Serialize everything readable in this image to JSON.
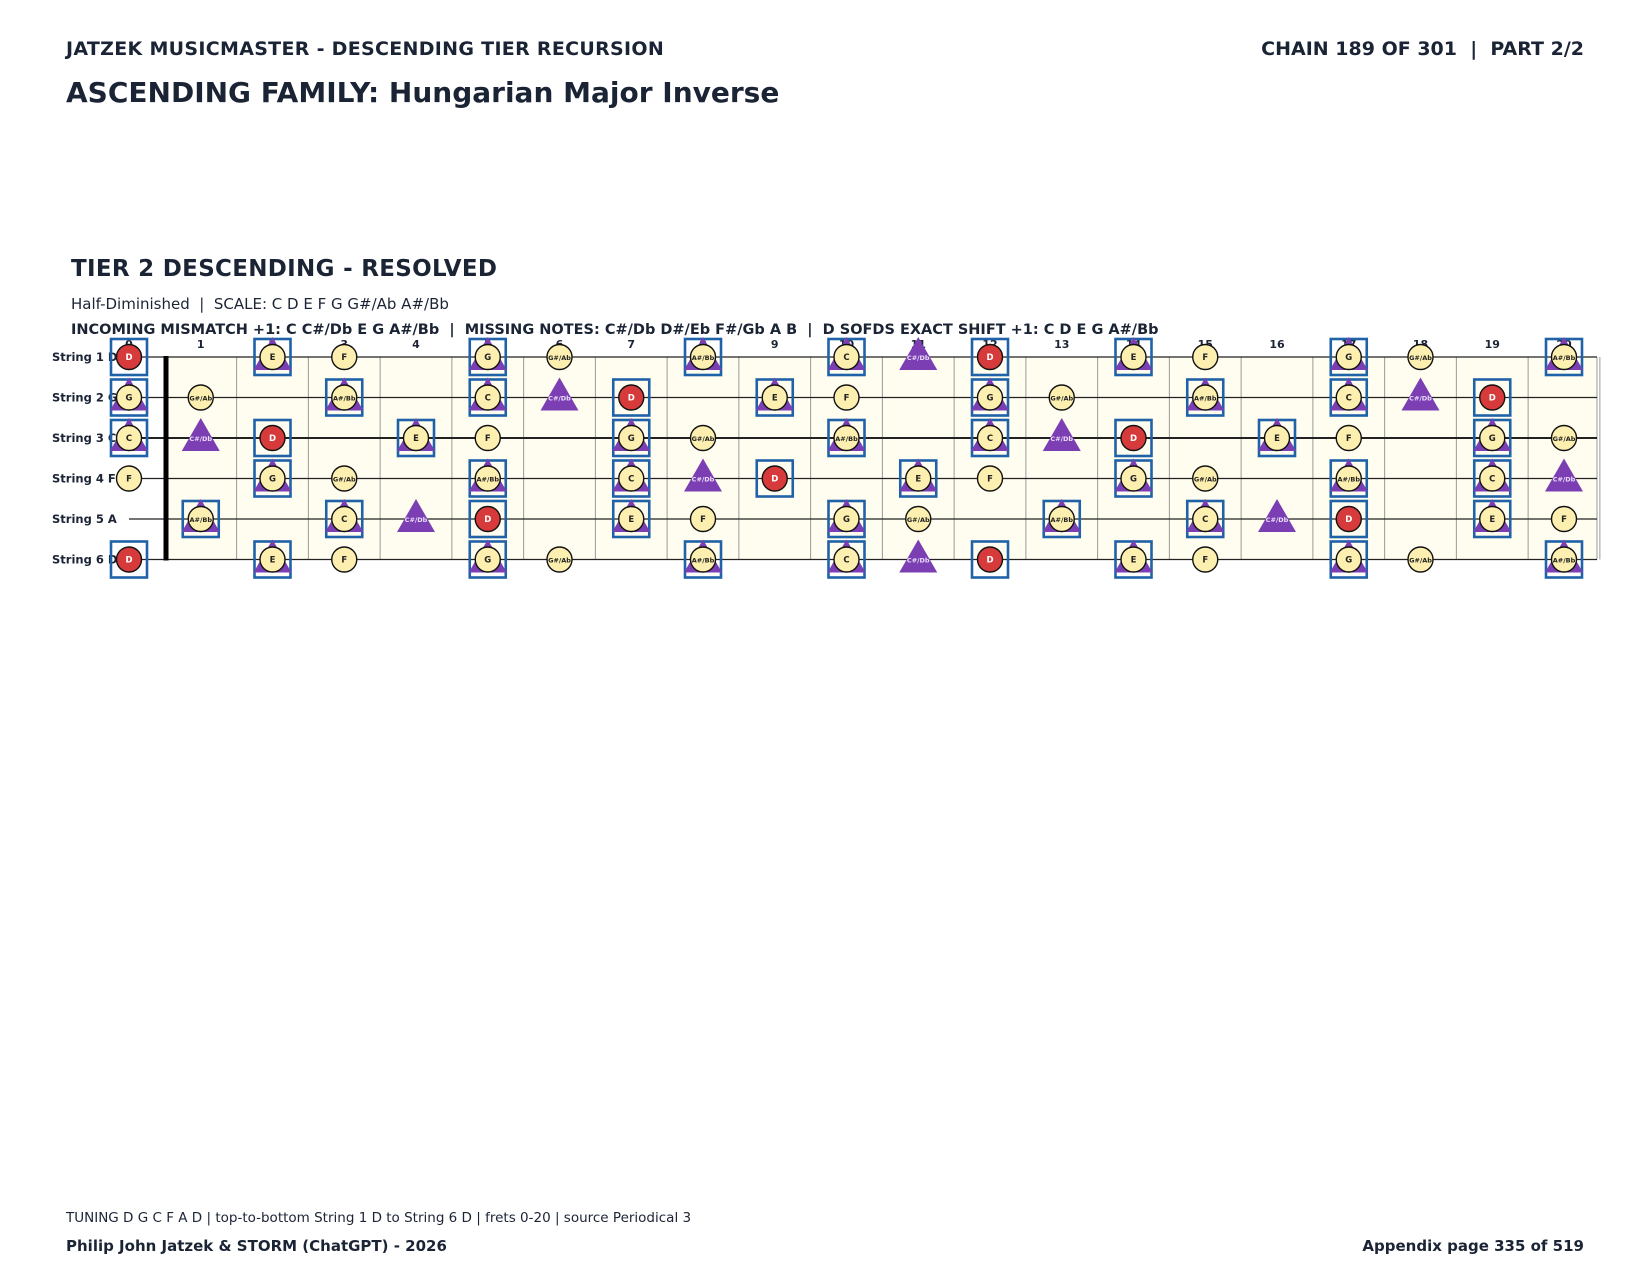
{
  "header": {
    "series_title": "JATZEK MUSICMASTER - DESCENDING TIER RECURSION",
    "chain": "CHAIN 189 OF 301  |  PART 2/2",
    "family": "ASCENDING FAMILY: Hungarian Major Inverse"
  },
  "section": {
    "title": "TIER 2 DESCENDING - RESOLVED",
    "subtitle": "Half-Diminished  |  SCALE: C D E F G G#/Ab A#/Bb",
    "info": "INCOMING MISMATCH +1: C C#/Db E G A#/Bb  |  MISSING NOTES: C#/Db D#/Eb F#/Gb A B  |  D SOFDS EXACT SHIFT +1: C D E G A#/Bb"
  },
  "fretboard": {
    "frets": [
      0,
      1,
      2,
      3,
      4,
      5,
      6,
      7,
      8,
      9,
      10,
      11,
      12,
      13,
      14,
      15,
      16,
      17,
      18,
      19,
      20
    ],
    "fret_labels": [
      "0",
      "1",
      "2",
      "3",
      "4",
      "5",
      "6",
      "7",
      "8",
      "9",
      "10",
      "11",
      "12",
      "13",
      "14",
      "15",
      "16",
      "17",
      "18",
      "19",
      "20"
    ],
    "strings": [
      {
        "label": "String 1 D",
        "open": "D"
      },
      {
        "label": "String 2 G",
        "open": "G"
      },
      {
        "label": "String 3 C",
        "open": "C"
      },
      {
        "label": "String 4 F",
        "open": "F"
      },
      {
        "label": "String 5 A",
        "open": "A"
      },
      {
        "label": "String 6 D",
        "open": "D"
      }
    ],
    "chromatic": [
      "C",
      "C#/Db",
      "D",
      "D#/Eb",
      "E",
      "F",
      "F#/Gb",
      "G",
      "G#/Ab",
      "A",
      "A#/Bb",
      "B"
    ],
    "scale_notes": [
      "C",
      "D",
      "E",
      "F",
      "G",
      "G#/Ab",
      "A#/Bb"
    ],
    "root": "D",
    "shift_notes": [
      "C",
      "C#/Db",
      "E",
      "G",
      "A#/Bb"
    ],
    "boxed_notes": [
      "C",
      "D",
      "E",
      "G",
      "A#/Bb"
    ],
    "colors": {
      "board_fill": "#fffdf0",
      "note_fill": "#fcefb0",
      "root_fill": "#d63a3a",
      "triangle": "#7b3fb3",
      "box": "#1f62a8",
      "ink": "#1b2435"
    }
  },
  "footer": {
    "tuning": "TUNING D G C F A D | top-to-bottom String 1 D to String 6 D | frets 0-20 | source Periodical 3",
    "credit": "Philip John Jatzek & STORM (ChatGPT) - 2026",
    "page": "Appendix page 335 of 519"
  }
}
